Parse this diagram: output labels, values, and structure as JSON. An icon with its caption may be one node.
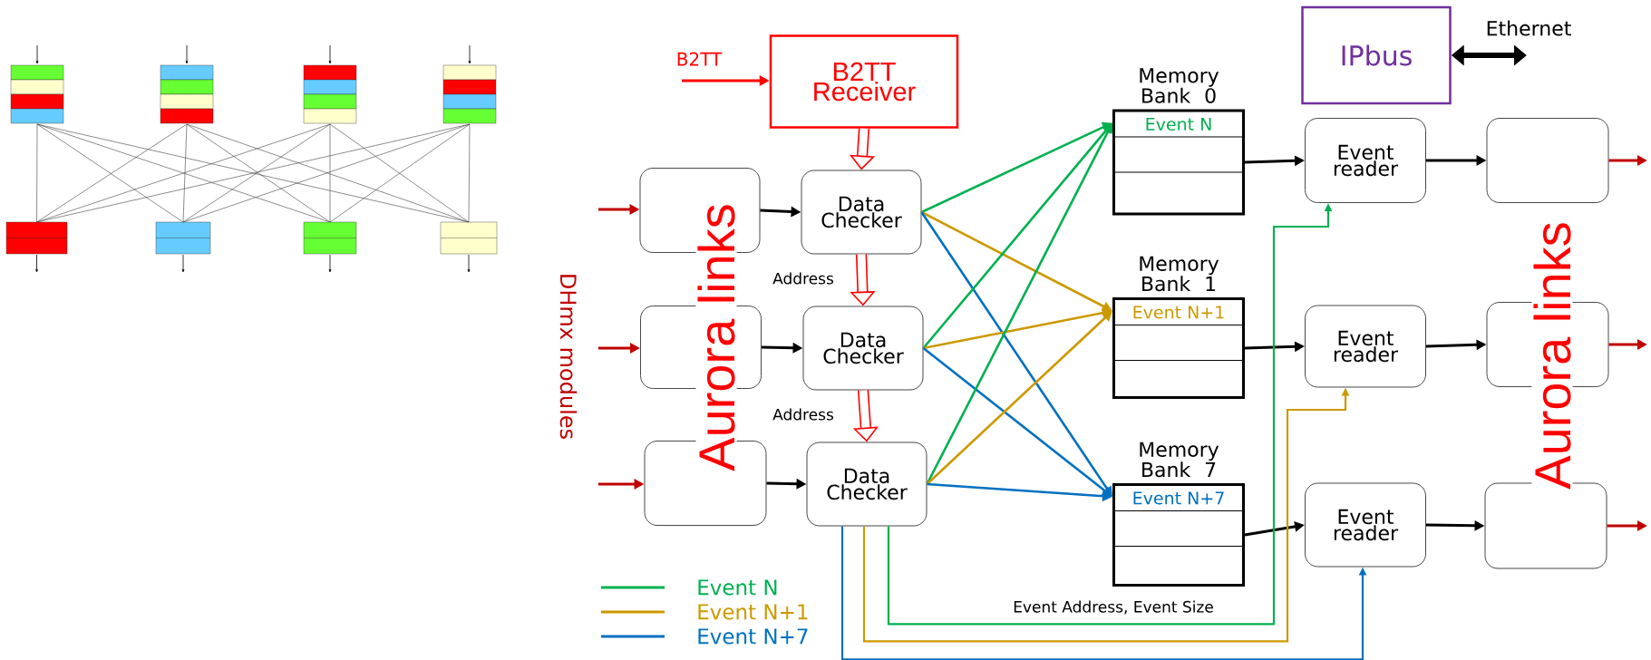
{
  "diagram": {
    "nodes": [
      {
        "text": [
          "B2TT Receiver"
        ]
      },
      {
        "text": [
          "IPbus"
        ]
      },
      {
        "text": [],
        "shape": "box"
      },
      {
        "text": [
          "Data Checker"
        ]
      },
      {
        "text": [],
        "shape": "box"
      },
      {
        "text": [
          "Data Checker"
        ]
      },
      {
        "text": [],
        "shape": "box"
      },
      {
        "text": [
          "Data Checker"
        ]
      },
      {
        "text": [
          "Memory Bank 0",
          "Event N"
        ]
      },
      {
        "text": [
          "Memory Bank 1",
          "Event N+1"
        ]
      },
      {
        "text": [
          "Memory Bank 7",
          "Event N+7"
        ]
      },
      {
        "text": [
          "Event reader"
        ]
      },
      {
        "text": [
          "Event reader"
        ]
      },
      {
        "text": [
          "Event reader"
        ]
      },
      {
        "text": [],
        "shape": "box"
      },
      {
        "text": [],
        "shape": "box"
      },
      {
        "text": [],
        "shape": "box"
      }
    ],
    "edges": [
      {
        "from": null,
        "to": 0,
        "arrow": "to",
        "label": "B2TT",
        "color": "#ff0000"
      },
      {
        "from": 0,
        "to": 3,
        "arrow": "to",
        "color": "#ff0000",
        "style": "thick"
      },
      {
        "from": 3,
        "to": 5,
        "arrow": "to",
        "label": "Address",
        "color": "#ff0000",
        "style": "thick"
      },
      {
        "from": 5,
        "to": 7,
        "arrow": "to",
        "label": "Address",
        "color": "#ff0000",
        "style": "thick"
      },
      {
        "from": null,
        "to": 2,
        "arrow": "to",
        "color": "#c00000"
      },
      {
        "from": 2,
        "to": 3,
        "arrow": "to"
      },
      {
        "from": null,
        "to": 4,
        "arrow": "to",
        "color": "#c00000"
      },
      {
        "from": 4,
        "to": 5,
        "arrow": "to"
      },
      {
        "from": null,
        "to": 6,
        "arrow": "to",
        "color": "#c00000"
      },
      {
        "from": 6,
        "to": 7,
        "arrow": "to"
      },
      {
        "from": 3,
        "to": 8,
        "arrow": "to",
        "color": "#00b050"
      },
      {
        "from": 3,
        "to": 9,
        "arrow": "to",
        "color": "#cc9900"
      },
      {
        "from": 3,
        "to": 10,
        "arrow": "to",
        "color": "#0070c0"
      },
      {
        "from": 5,
        "to": 8,
        "arrow": "to",
        "color": "#00b050"
      },
      {
        "from": 5,
        "to": 9,
        "arrow": "to",
        "color": "#cc9900"
      },
      {
        "from": 5,
        "to": 10,
        "arrow": "to",
        "color": "#0070c0"
      },
      {
        "from": 7,
        "to": 8,
        "arrow": "to",
        "color": "#00b050"
      },
      {
        "from": 7,
        "to": 9,
        "arrow": "to",
        "color": "#cc9900"
      },
      {
        "from": 7,
        "to": 10,
        "arrow": "to",
        "color": "#0070c0"
      },
      {
        "from": 8,
        "to": 11,
        "arrow": "to"
      },
      {
        "from": 11,
        "to": 14,
        "arrow": "to"
      },
      {
        "from": 9,
        "to": 12,
        "arrow": "to"
      },
      {
        "from": 12,
        "to": 15,
        "arrow": "to"
      },
      {
        "from": 10,
        "to": 13,
        "arrow": "to"
      },
      {
        "from": 13,
        "to": 16,
        "arrow": "to"
      },
      {
        "from": 14,
        "to": null,
        "arrow": "to",
        "color": "#c00000"
      },
      {
        "from": 15,
        "to": null,
        "arrow": "to",
        "color": "#c00000"
      },
      {
        "from": 16,
        "to": null,
        "arrow": "to",
        "color": "#c00000"
      },
      {
        "from": 7,
        "to": 11,
        "arrow": "to",
        "label": "Event Address, Event Size",
        "color": "#00b050"
      },
      {
        "from": 7,
        "to": 12,
        "arrow": "to",
        "color": "#cc9900"
      },
      {
        "from": 7,
        "to": 13,
        "arrow": "to",
        "color": "#0070c0"
      },
      {
        "from": 1,
        "to": null,
        "arrow": "both",
        "label": "Ethernet",
        "style": "thick"
      }
    ],
    "labels": [
      "DHmx modules",
      "Aurora links",
      "Aurora links"
    ],
    "legend": [
      {
        "text": "Event N",
        "color": "#00b050"
      },
      {
        "text": "Event N+1",
        "color": "#cc9900"
      },
      {
        "text": "Event N+7",
        "color": "#0070c0"
      }
    ]
  }
}
